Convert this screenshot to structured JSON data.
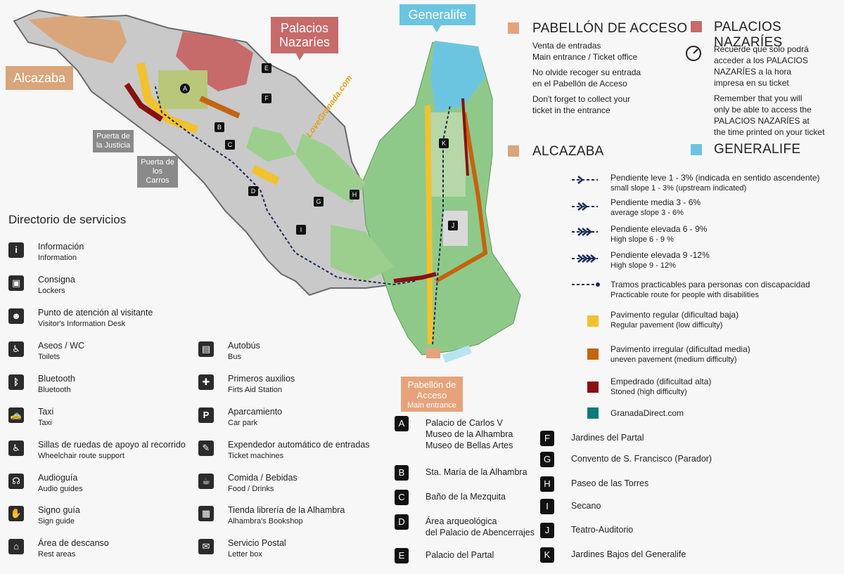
{
  "callouts": {
    "alcazaba": "Alcazaba",
    "palacios": "Palacios Nazaríes",
    "generalife": "Generalife",
    "acceso": "Pabellón de Acceso",
    "acceso_sub": "Main entrance"
  },
  "gates": {
    "justicia": "Puerta de la Justicia",
    "carros": "Puerta de los Carros"
  },
  "watermark": "LoveGranada.com",
  "legend_zones": [
    {
      "title": "PABELLÓN DE ACCESO",
      "color": "#e6a37a"
    },
    {
      "title": "PALACIOS NAZARÍES",
      "color": "#c76a6a"
    },
    {
      "title": "ALCAZABA",
      "color": "#d9a57a"
    },
    {
      "title": "GENERALIFE",
      "color": "#6cc5e0"
    }
  ],
  "acceso_notes": [
    "Venta de entradas",
    "Main entrance  / Ticket office",
    "No olvide recoger su entrada",
    "en el Pabellón de Acceso",
    "Don't forget to collect your",
    "ticket in the entrance"
  ],
  "palacios_notes": [
    "Recuerde que solo podrá",
    "acceder a los  PALACIOS",
    "NAZARÍES  a la hora",
    "impresa en su ticket",
    "Remember that you will",
    "only be able to access the",
    "PALACIOS NAZARÍES  at",
    "the time printed on your ticket"
  ],
  "slopes": [
    {
      "es": "Pendiente leve 1 - 3% (indicada en sentido ascendente)",
      "en": "small slope 1 - 3% (upstream indicated)",
      "chevrons": 1
    },
    {
      "es": "Pendiente media 3 - 6%",
      "en": "average slope 3 - 6%",
      "chevrons": 2
    },
    {
      "es": "Pendiente elevada 6 - 9%",
      "en": "High slope 6 - 9 %",
      "chevrons": 3
    },
    {
      "es": "Pendiente elevada 9 -12%",
      "en": "High slope 9 - 12%",
      "chevrons": 4
    },
    {
      "es": "Tramos practicables para personas con discapacidad",
      "en": "Practicable route for people with disabilities",
      "chevrons": 0
    }
  ],
  "pavements": [
    {
      "es": "Pavimento regular (dificultad baja)",
      "en": "Regular pavement (low difficulty)",
      "color": "#f2c12e"
    },
    {
      "es": "Pavimento irregular (dificultad media)",
      "en": "uneven pavement (medium difficulty)",
      "color": "#c4640e"
    },
    {
      "es": "Empedrado (dificultad alta)",
      "en": "Stoned (high difficulty)",
      "color": "#8a1010"
    },
    {
      "es": "GranadaDirect.com",
      "en": "",
      "color": "#0f7a78"
    }
  ],
  "directory_title": "Directorio de servicios",
  "services_left": [
    {
      "icon": "i",
      "es": "Información",
      "en": "Information",
      "icon_name": "information-icon"
    },
    {
      "icon": "▣",
      "es": "Consigna",
      "en": "Lockers",
      "icon_name": "lockers-icon"
    },
    {
      "icon": "☻",
      "es": "Punto de atención al visitante",
      "en": "Visitor's Information Desk",
      "icon_name": "visitor-desk-icon"
    },
    {
      "icon": "♿",
      "es": "Aseos / WC",
      "en": "Toilets",
      "icon_name": "toilets-icon"
    },
    {
      "icon": "ᛒ",
      "es": "Bluetooth",
      "en": "Bluetooth",
      "icon_name": "bluetooth-icon"
    },
    {
      "icon": "🚕",
      "es": "Taxi",
      "en": "Taxi",
      "icon_name": "taxi-icon"
    },
    {
      "icon": "♿",
      "es": "Sillas de ruedas de apoyo al recorrido",
      "en": "Wheelchair route support",
      "icon_name": "wheelchair-icon"
    },
    {
      "icon": "☊",
      "es": "Audioguía",
      "en": "Audio guides",
      "icon_name": "audioguide-icon"
    },
    {
      "icon": "✋",
      "es": "Signo guía",
      "en": "Sign guide",
      "icon_name": "sign-guide-icon"
    },
    {
      "icon": "⌂",
      "es": "Área de descanso",
      "en": "Rest areas",
      "icon_name": "rest-area-icon"
    }
  ],
  "services_right": [
    {
      "icon": "▤",
      "es": "Autobús",
      "en": "Bus",
      "icon_name": "bus-icon"
    },
    {
      "icon": "✚",
      "es": "Primeros auxilios",
      "en": "Firts Aid Station",
      "icon_name": "first-aid-icon"
    },
    {
      "icon": "P",
      "es": "Aparcamiento",
      "en": "Car park",
      "icon_name": "parking-icon"
    },
    {
      "icon": "✎",
      "es": "Expendedor automático de entradas",
      "en": "Ticket machines",
      "icon_name": "ticket-machine-icon"
    },
    {
      "icon": "☕",
      "es": "Comida / Bebidas",
      "en": "Food / Drinks",
      "icon_name": "food-drinks-icon"
    },
    {
      "icon": "▦",
      "es": "Tienda librería de la Alhambra",
      "en": "Alhambra's Bookshop",
      "icon_name": "bookshop-icon"
    },
    {
      "icon": "✉",
      "es": "Servicio Postal",
      "en": "Letter box",
      "icon_name": "letter-box-icon"
    }
  ],
  "poi_left": [
    {
      "key": "A",
      "name": "Palacio de Carlos V\nMuseo de la Alhambra\nMuseo de Bellas Artes"
    },
    {
      "key": "B",
      "name": "Sta. María de la Alhambra"
    },
    {
      "key": "C",
      "name": "Baño de la Mezquita"
    },
    {
      "key": "D",
      "name": "Área arqueológica\ndel Palacio de Abencerrajes"
    },
    {
      "key": "E",
      "name": "Palacio del Partal"
    }
  ],
  "poi_right": [
    {
      "key": "F",
      "name": "Jardines del Partal"
    },
    {
      "key": "G",
      "name": "Convento de S. Francisco (Parador)"
    },
    {
      "key": "H",
      "name": "Paseo de las Torres"
    },
    {
      "key": "I",
      "name": "Secano"
    },
    {
      "key": "J",
      "name": "Teatro-Auditorio"
    },
    {
      "key": "K",
      "name": "Jardines Bajos del Generalife"
    }
  ],
  "map_markers": [
    "A",
    "B",
    "C",
    "D",
    "E",
    "F",
    "G",
    "H",
    "I",
    "J",
    "K"
  ]
}
